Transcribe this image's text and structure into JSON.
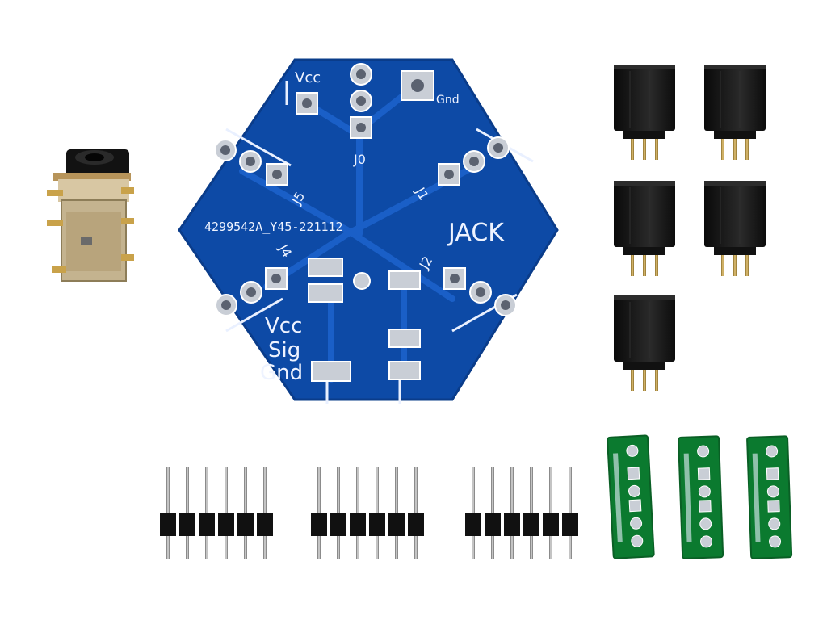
{
  "board": {
    "part_number": "4299542A_Y45-221112",
    "title": "JACK",
    "labels": {
      "vcc_top": "Vcc",
      "gnd_top": "Gnd",
      "j0": "J0",
      "j1": "J1",
      "j2": "J2",
      "j4": "J4",
      "j5": "J5",
      "legend_vcc": "Vcc",
      "legend_sig": "Sig",
      "legend_gnd": "Gnd"
    }
  },
  "components": {
    "audio_jack": "audio-jack",
    "female_headers_count": 5,
    "male_headers_count": 3,
    "breakout_boards_count": 3
  },
  "colors": {
    "pcb_blue": "#0d4aa6",
    "pcb_green": "#0b7a2f",
    "header_black": "#141414",
    "pin_gold": "#c9a24a"
  }
}
